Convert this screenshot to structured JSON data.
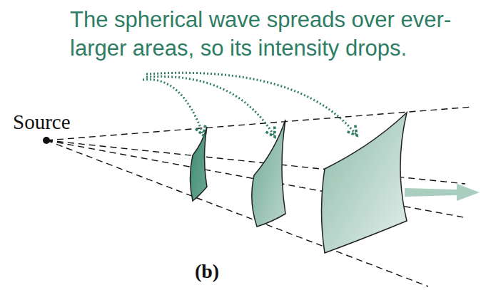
{
  "diagram": {
    "labels": [
      "The spherical wave spreads over ever-larger areas, so its intensity drops.",
      "Source",
      "(b)"
    ]
  }
}
